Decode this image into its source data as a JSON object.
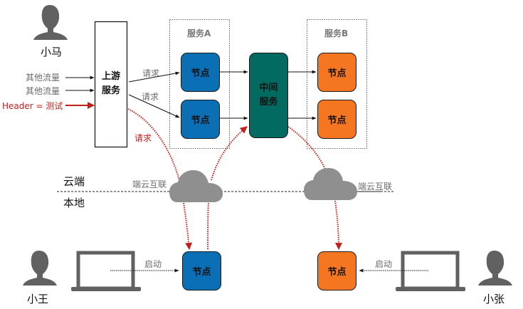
{
  "colors": {
    "node_blue": "#0a6fb5",
    "node_orange": "#f47621",
    "node_teal": "#026a60",
    "red_accent": "#c0201c",
    "gray_icon": "#8f8f8f",
    "person_icon": "#616161"
  },
  "people": {
    "xiaoma": "小马",
    "xiaowang": "小王",
    "xiaozhang": "小张"
  },
  "inputs": [
    {
      "label": "其他流量",
      "style": "normal"
    },
    {
      "label": "其他流量",
      "style": "normal"
    },
    {
      "label": "Header = 测试",
      "style": "highlight"
    }
  ],
  "upstream": {
    "line1": "上游",
    "line2": "服务"
  },
  "edge_labels": {
    "request_top": "请求",
    "request_bottom": "请求",
    "request_red": "请求",
    "start_left": "启动",
    "start_right": "启动"
  },
  "service_a": {
    "title": "服务A",
    "nodes": [
      "节点",
      "节点"
    ]
  },
  "middle": {
    "line1": "中间",
    "line2": "服务"
  },
  "service_b": {
    "title": "服务B",
    "nodes": [
      "节点",
      "节点"
    ]
  },
  "zones": {
    "cloud": "云端",
    "local": "本地"
  },
  "clouds": {
    "left_label": "端云互联",
    "right_label": "端云互联"
  },
  "local_nodes": {
    "left": "节点",
    "right": "节点"
  }
}
